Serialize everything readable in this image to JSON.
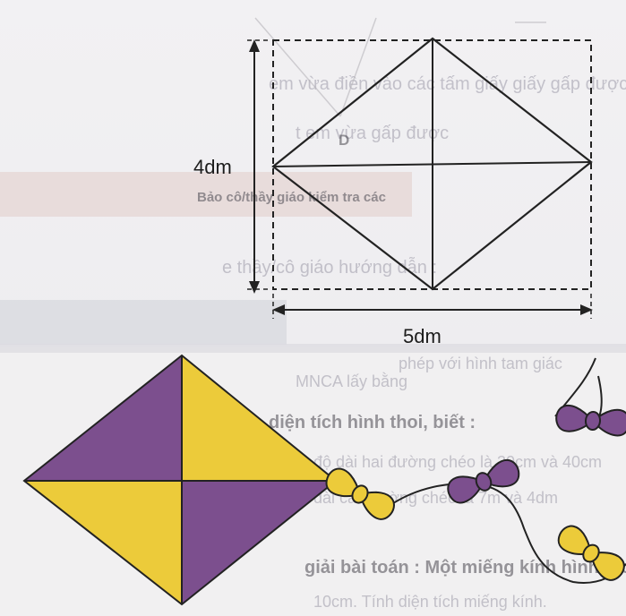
{
  "figure": {
    "height_label": "4dm",
    "width_label": "5dm",
    "point_label": "D"
  },
  "bleed_text": {
    "line1": "em vừa điền vào các tấm giấy giấy gấp được",
    "line2": "t em vừa gấp được",
    "line3": "Bảo cô/thầy giáo kiểm tra các",
    "line4": "e thầy/cô giáo hướng dẫn :",
    "line5": "MNCA lấy bằng",
    "line6": "phép với hình tam giác",
    "line7": "diện tích hình thoi, biết :",
    "line8": "độ dài hai đường chéo là 30cm và 40cm",
    "line9": "dài các đường chéo là 7m và 4dm",
    "line10": "giải bài toán : Một miếng kính hình thoi có độ dài",
    "line11": "10cm. Tính diện tích miếng kính."
  },
  "colors": {
    "purple": "#7c4f8e",
    "yellow": "#eccb3a",
    "line": "#222222"
  }
}
